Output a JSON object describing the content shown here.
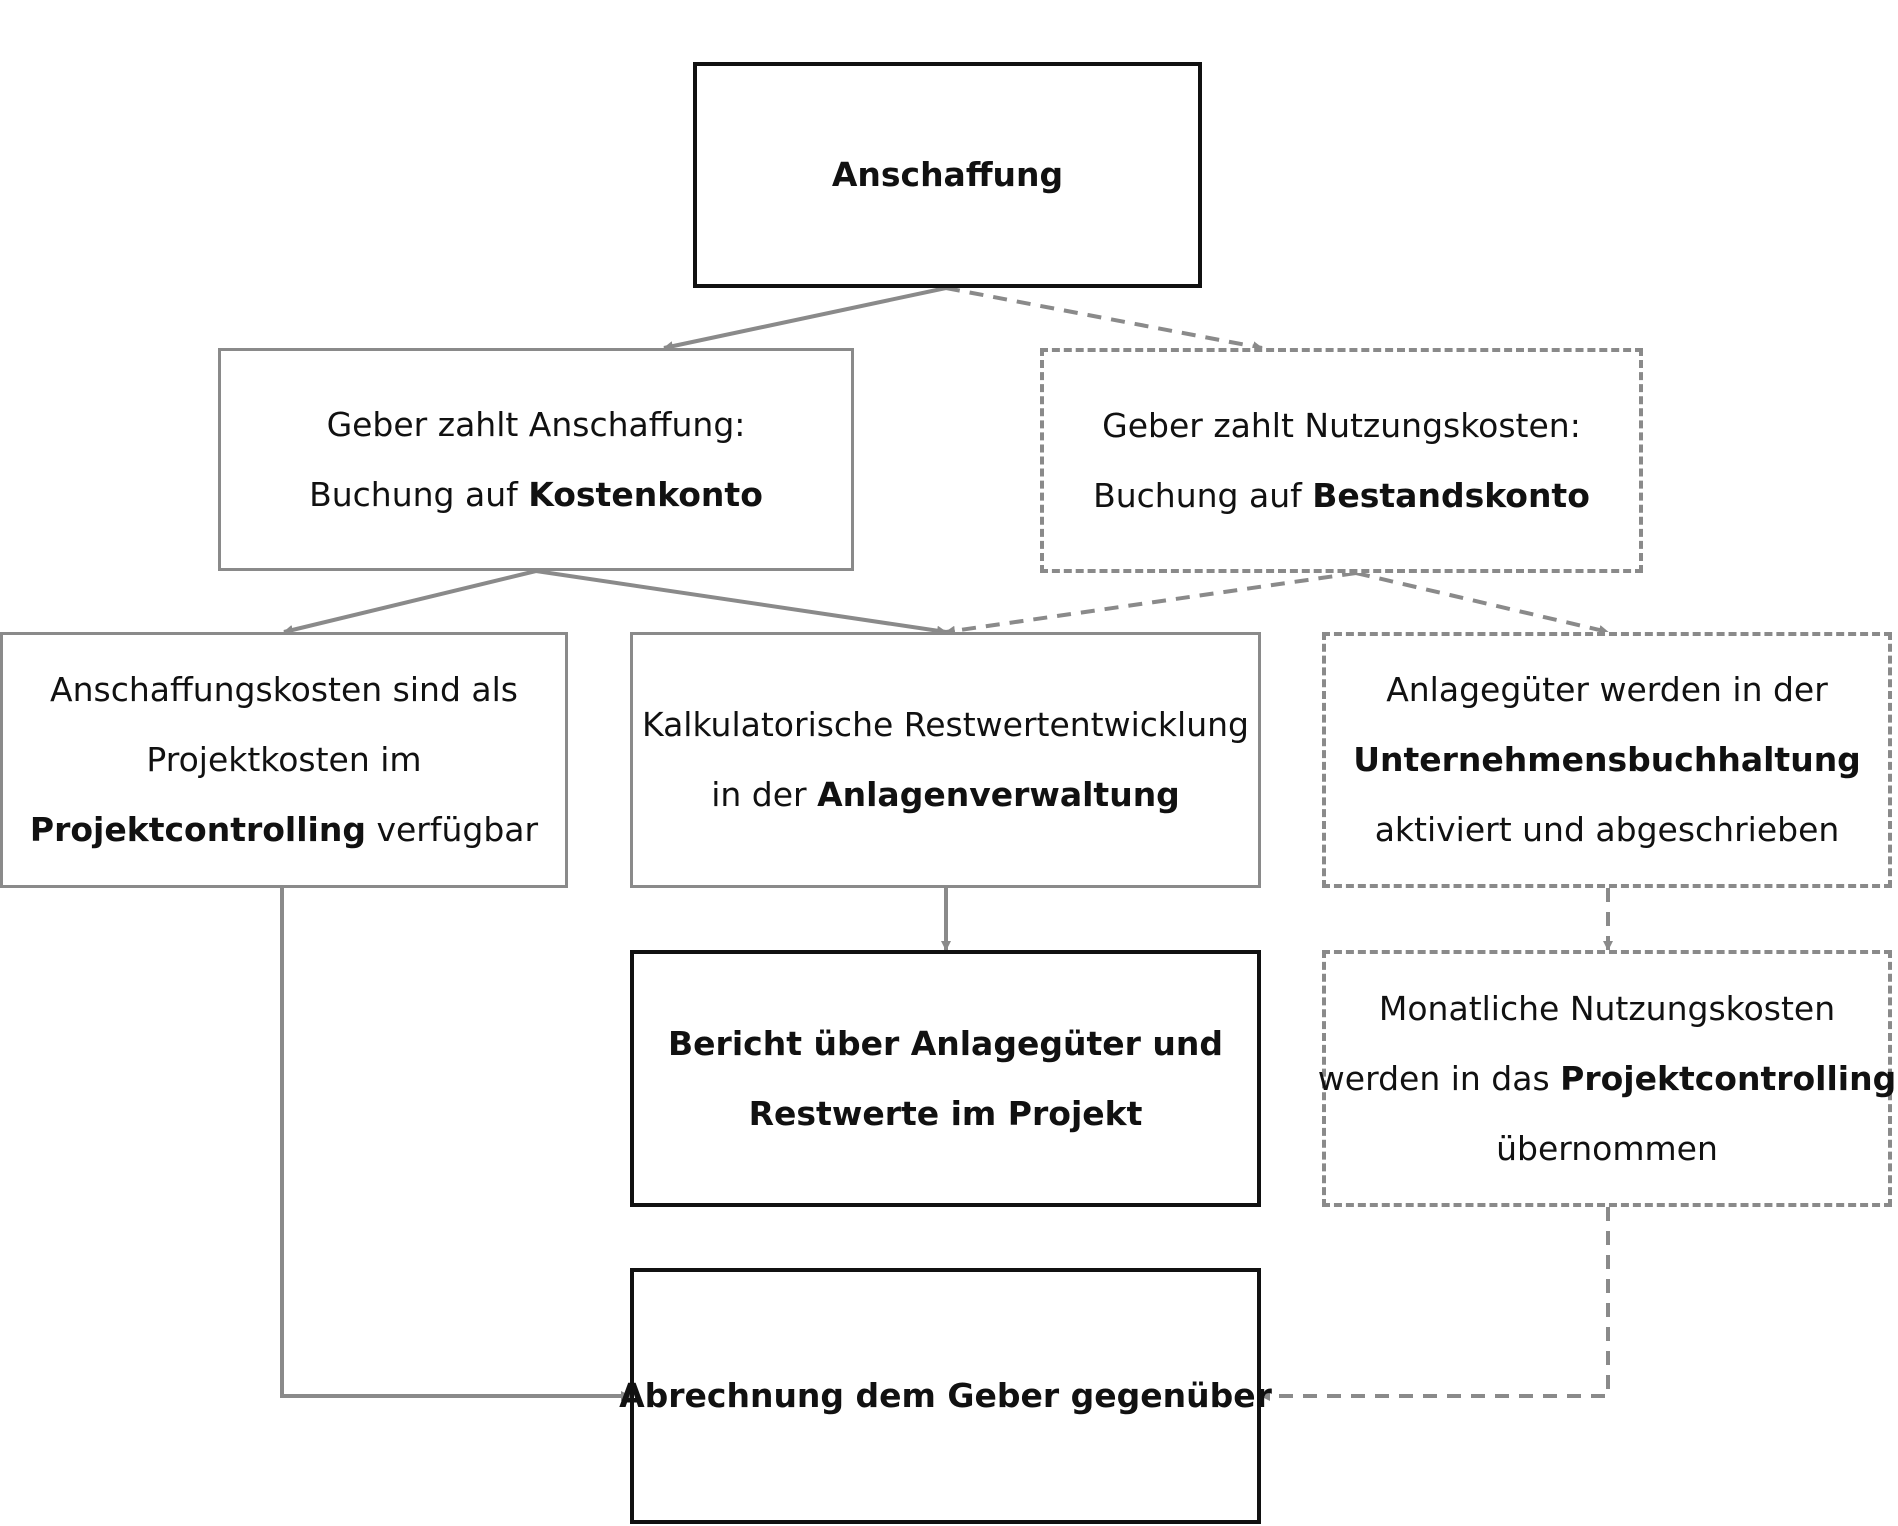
{
  "nodes": {
    "anschaffung": {
      "lines": [
        [
          {
            "t": "Anschaffung",
            "b": true
          }
        ]
      ]
    },
    "geber_anschaffung": {
      "lines": [
        [
          {
            "t": "Geber zahlt Anschaffung:",
            "b": false
          }
        ],
        [
          {
            "t": "Buchung auf ",
            "b": false
          },
          {
            "t": "Kostenkonto",
            "b": true
          }
        ]
      ]
    },
    "geber_nutzung": {
      "lines": [
        [
          {
            "t": "Geber zahlt Nutzungskosten:",
            "b": false
          }
        ],
        [
          {
            "t": "Buchung auf ",
            "b": false
          },
          {
            "t": "Bestandskonto",
            "b": true
          }
        ]
      ]
    },
    "anschaffungskosten": {
      "lines": [
        [
          {
            "t": "Anschaffungskosten sind als",
            "b": false
          }
        ],
        [
          {
            "t": "Projektkosten im",
            "b": false
          }
        ],
        [
          {
            "t": "Projektcontrolling",
            "b": true
          },
          {
            "t": " verfügbar",
            "b": false
          }
        ]
      ]
    },
    "restwert": {
      "lines": [
        [
          {
            "t": "Kalkulatorische Restwertentwicklung",
            "b": false
          }
        ],
        [
          {
            "t": "in der ",
            "b": false
          },
          {
            "t": "Anlagenverwaltung",
            "b": true
          }
        ]
      ]
    },
    "anlagegueter": {
      "lines": [
        [
          {
            "t": "Anlagegüter werden in der",
            "b": false
          }
        ],
        [
          {
            "t": "Unternehmensbuchhaltung",
            "b": true
          }
        ],
        [
          {
            "t": "aktiviert und abgeschrieben",
            "b": false
          }
        ]
      ]
    },
    "bericht": {
      "lines": [
        [
          {
            "t": "Bericht über Anlagegüter und",
            "b": true
          }
        ],
        [
          {
            "t": "Restwerte im Projekt",
            "b": true
          }
        ]
      ]
    },
    "monatlich": {
      "lines": [
        [
          {
            "t": "Monatliche Nutzungskosten",
            "b": false
          }
        ],
        [
          {
            "t": "werden in das ",
            "b": false
          },
          {
            "t": "Projektcontrolling",
            "b": true
          }
        ],
        [
          {
            "t": "übernommen",
            "b": false
          }
        ]
      ]
    },
    "abrechnung": {
      "lines": [
        [
          {
            "t": "Abrechnung dem Geber gegenüber",
            "b": true
          }
        ]
      ]
    }
  },
  "edges": [
    {
      "from": "anschaffung",
      "to": "geber_anschaffung",
      "style": "solid"
    },
    {
      "from": "anschaffung",
      "to": "geber_nutzung",
      "style": "dashed"
    },
    {
      "from": "geber_anschaffung",
      "to": "anschaffungskosten",
      "style": "solid"
    },
    {
      "from": "geber_anschaffung",
      "to": "restwert",
      "style": "solid"
    },
    {
      "from": "geber_nutzung",
      "to": "restwert",
      "style": "dashed"
    },
    {
      "from": "geber_nutzung",
      "to": "anlagegueter",
      "style": "dashed"
    },
    {
      "from": "restwert",
      "to": "bericht",
      "style": "solid"
    },
    {
      "from": "anlagegueter",
      "to": "monatlich",
      "style": "dashed"
    },
    {
      "from": "anschaffungskosten",
      "to": "abrechnung",
      "style": "solid"
    },
    {
      "from": "monatlich",
      "to": "abrechnung",
      "style": "dashed"
    }
  ],
  "colors": {
    "text": "#111111",
    "bold_border": "#111111",
    "connector": "#8a8a8a"
  }
}
